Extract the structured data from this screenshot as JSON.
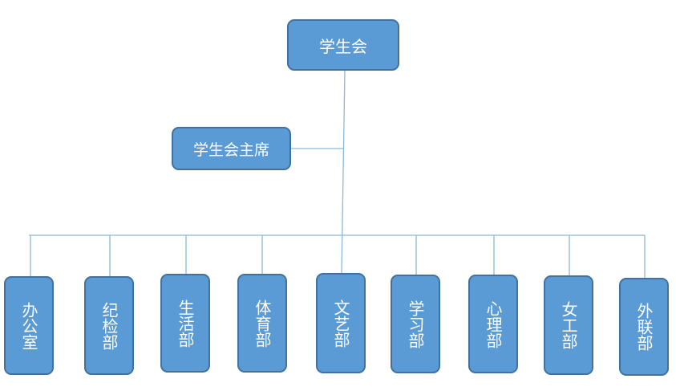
{
  "diagram": {
    "root": {
      "label": "学生会"
    },
    "chair": {
      "label": "学生会主席"
    },
    "departments": [
      {
        "label": "办公室"
      },
      {
        "label": "纪检部"
      },
      {
        "label": "生活部"
      },
      {
        "label": "体育部"
      },
      {
        "label": "文艺部"
      },
      {
        "label": "学习部"
      },
      {
        "label": "心理部"
      },
      {
        "label": "女工部"
      },
      {
        "label": "外联部"
      }
    ],
    "colors": {
      "box_fill": "#5b9bd5",
      "box_border": "#41719c",
      "connector": "#8db7d8",
      "text": "#ffffff"
    }
  }
}
